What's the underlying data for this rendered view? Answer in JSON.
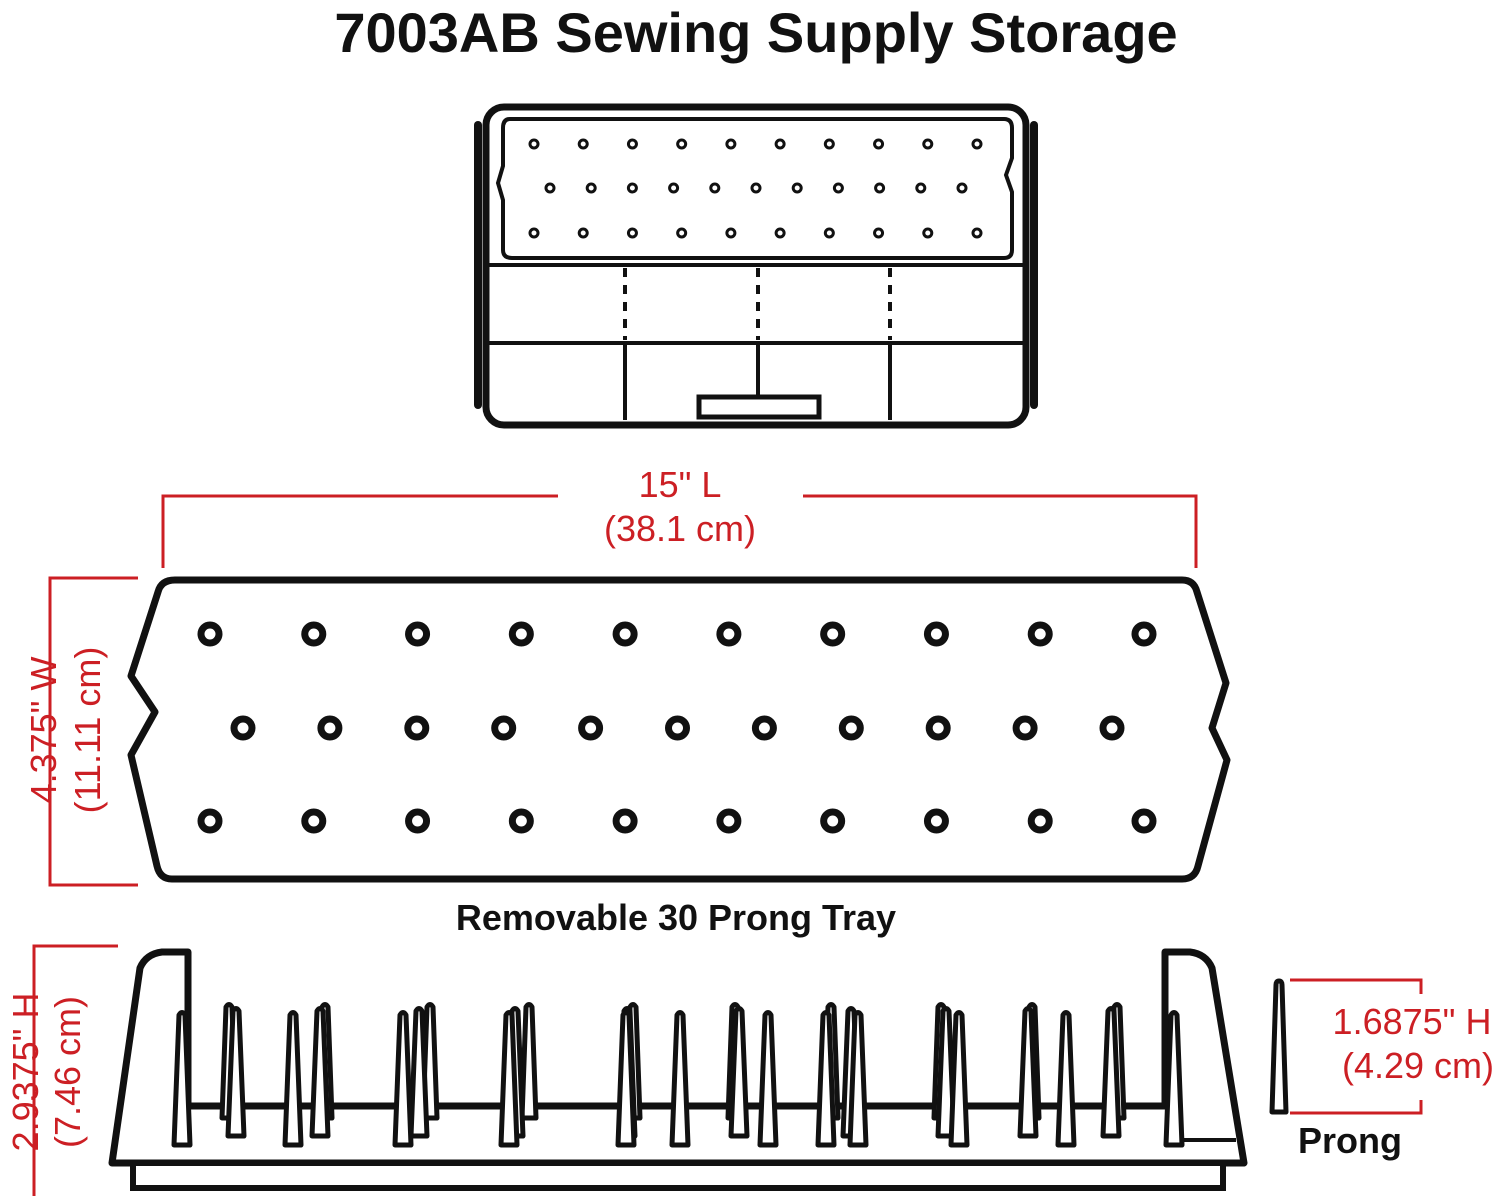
{
  "title": "7003AB Sewing Supply Storage",
  "colors": {
    "outline": "#111111",
    "dimension": "#cc1f24"
  },
  "dimensions": {
    "length": {
      "imperial": "15\" L",
      "metric": "(38.1 cm)"
    },
    "width": {
      "imperial": "4.375\" W",
      "metric": "(11.11 cm)"
    },
    "height": {
      "imperial": "2.9375\" H",
      "metric": "(7.46 cm)"
    },
    "prong": {
      "imperial": "1.6875\" H",
      "metric": "(4.29 cm)"
    }
  },
  "captions": {
    "tray": "Removable 30 Prong Tray",
    "prong": "Prong"
  },
  "tray": {
    "prong_count": 30,
    "rows": [
      10,
      11,
      10
    ]
  }
}
